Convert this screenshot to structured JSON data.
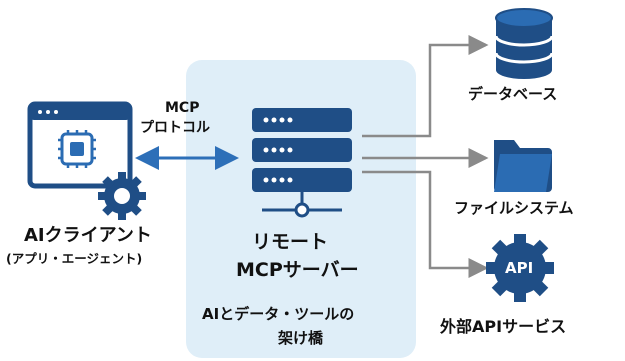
{
  "client": {
    "title": "AIクライアント",
    "subtitle": "(アプリ・エージェント)"
  },
  "protocol": {
    "line1": "MCP",
    "line2": "プロトコル"
  },
  "server": {
    "title_line1": "リモート",
    "title_line2": "MCPサーバー",
    "caption_line1": "AIとデータ・ツールの",
    "caption_line2": "架け橋"
  },
  "resources": {
    "database": "データベース",
    "filesystem": "ファイルシステム",
    "api_badge": "API",
    "api_service": "外部APIサービス"
  },
  "colors": {
    "navy": "#1f4e86",
    "blue": "#2b6cb3",
    "panel": "#dfeef8",
    "arrow": "#8a8a8a",
    "arrow_main": "#2d6fb8"
  }
}
